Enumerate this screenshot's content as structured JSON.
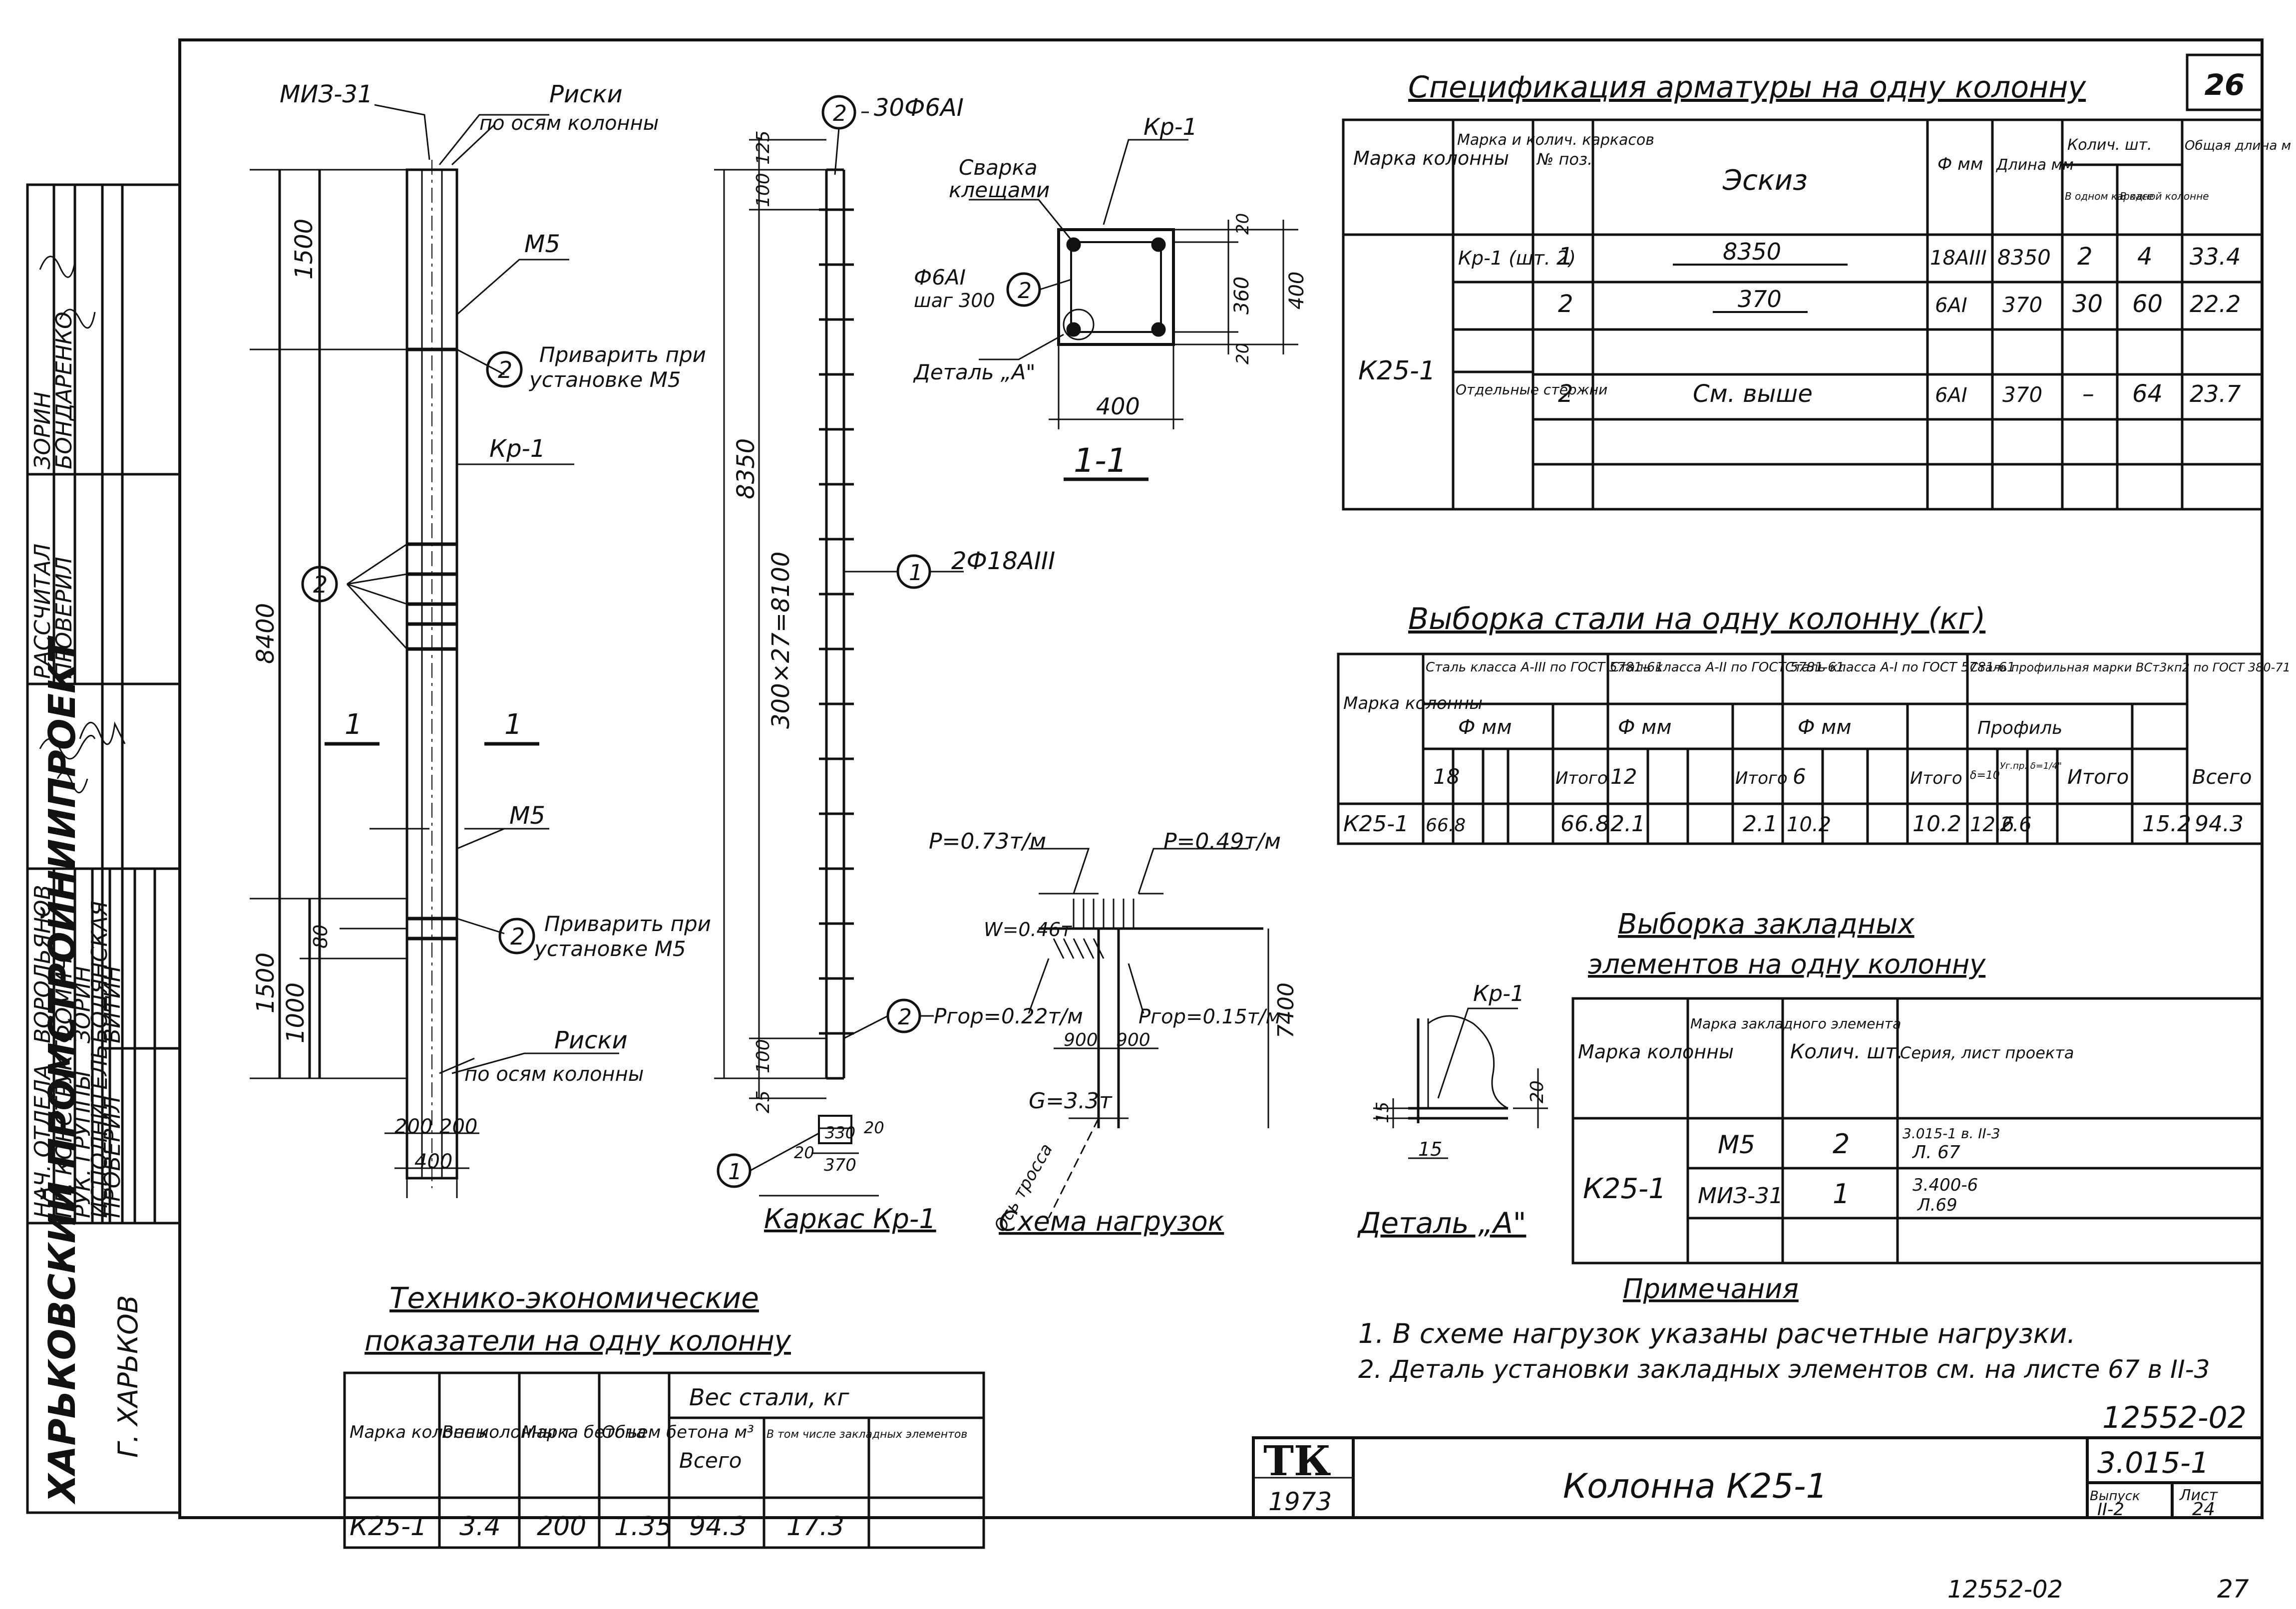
{
  "sheet": {
    "page_number": "26",
    "bottom_left_ref": "12552-02",
    "bottom_right_number": "27"
  },
  "side_panel": {
    "org": "ХАРЬКОВСКИЙ ПРОМСТРОЙНИИПРОЕКТ",
    "city": "Г. ХАРЬКОВ",
    "roles": [
      "НАЧ. ОТДЕЛА",
      "ГЛ. КОНСТРУКТ.",
      "РУК. ГРУППЫ",
      "ИСПОЛНИТЕЛЬ",
      "ПРОВЕРИЛ"
    ],
    "names": [
      "ВОРОЛЬЯНОВ",
      "ФОМИЧ",
      "ЗОРИН",
      "БОДЯНСКАЯ",
      "ВИТИН"
    ],
    "calc_roles": [
      "РАССЧИТАЛ",
      "ПРОВЕРИЛ"
    ],
    "calc_names": [
      "ЗОРИН",
      "БОНДАРЕНКО"
    ]
  },
  "column_elevation": {
    "top_label": "МИЗ-31",
    "marks_top": "Риски",
    "marks_top_sub": "по осям колонны",
    "m5_top": "М5",
    "weld_top_1": "Приварить при",
    "weld_top_2": "установке М5",
    "kr": "Кр-1",
    "m5_bottom": "М5",
    "weld_bottom_1": "Приварить при",
    "weld_bottom_2": "установке М5",
    "marks_bottom": "Риски",
    "marks_bottom_sub": "по осям колонны",
    "dim_1500_top": "1500",
    "dim_total": "8400",
    "dim_1500_bottom": "1500",
    "dim_1000": "1000",
    "dim_80": "80",
    "dim_200a": "200",
    "dim_200b": "200",
    "dim_400": "400",
    "section_mark": "1",
    "pos2": "2"
  },
  "cage": {
    "title": "Каркас Кр-1",
    "top_bar": "30Ф6АI",
    "long_bar": "2Ф18АIII",
    "bottom_bar_note": "Pгор=0.22т/м",
    "dim_8350": "8350",
    "dim_series": "300×27=8100",
    "dim_125": "125",
    "dim_100a": "100",
    "dim_100b": "100",
    "dim_25": "25",
    "det_20a": "20",
    "det_330": "330",
    "det_370": "370",
    "det_20b": "20",
    "pos1": "1",
    "pos2": "2"
  },
  "section": {
    "title": "1-1",
    "weld_note_1": "Сварка",
    "weld_note_2": "клещами",
    "kr": "Кр-1",
    "bar_note_1": "Ф6АI",
    "bar_note_2": "шаг 300",
    "detail_ref": "Деталь „А\"",
    "dim_400w": "400",
    "dim_360": "360",
    "dim_400h": "400",
    "dim_20a": "20",
    "dim_20b": "20"
  },
  "loads": {
    "title": "Схема нагрузок",
    "p_left": "P=0.73т/м",
    "p_right": "P=0.49т/м",
    "w": "W=0.46т",
    "p_hor_right": "Pгор=0.15т/м",
    "d900a": "900",
    "d900b": "900",
    "d7400": "7400",
    "g": "G=3.3т",
    "axis": "Ось тросса"
  },
  "detail_a": {
    "title": "Деталь „А\"",
    "kr": "Кр-1",
    "d15a": "15",
    "d15b": "15",
    "d20": "20"
  },
  "spec": {
    "title": "Спецификация арматуры на одну колонну",
    "headers": [
      "Марка колонны",
      "Марка и колич. каркасов",
      "№ поз.",
      "Эскиз",
      "Ф мм",
      "Длина мм",
      "Колич. шт.",
      "Общая длина м"
    ],
    "sub_headers": [
      "В одном каркасе",
      "В одной колонне"
    ],
    "col_mark": "К25-1",
    "rows": [
      {
        "group": "Кр-1 (шт. 2)",
        "pos": "1",
        "sketch": "8350",
        "dia": "18АIII",
        "len": "8350",
        "in_cage": "2",
        "in_col": "4",
        "total": "33.4"
      },
      {
        "group": "",
        "pos": "2",
        "sketch": "370",
        "dia": "6АI",
        "len": "370",
        "in_cage": "30",
        "in_col": "60",
        "total": "22.2"
      },
      {
        "group": "Отдельные стержни",
        "pos": "2",
        "sketch": "См. выше",
        "dia": "6АI",
        "len": "370",
        "in_cage": "–",
        "in_col": "64",
        "total": "23.7"
      }
    ]
  },
  "steel": {
    "title": "Выборка стали на одну колонну (кг)",
    "h_mark": "Марка колонны",
    "groups": [
      "Сталь класса А-III по ГОСТ 5781-61",
      "Сталь класса А-II по ГОСТ 5781-61",
      "Сталь класса А-I по ГОСТ 5781-61",
      "Сталь профильная марки ВСт3кп2 по ГОСТ 380-71"
    ],
    "dmm": "Ф мм",
    "profile": "Профиль",
    "itogo": "Итого",
    "vsego": "Всего",
    "diams": [
      "18",
      "12",
      "6"
    ],
    "profiles": [
      "δ=10",
      "Уг.пр. δ=1/4\""
    ],
    "row": {
      "mark": "К25-1",
      "a3": "66.8",
      "a3_total": "66.8",
      "a2": "2.1",
      "a2_total": "2.1",
      "a1": "10.2",
      "a1_total": "10.2",
      "p1": "12.6",
      "p2": "2.6",
      "p_total": "15.2",
      "total": "94.3"
    }
  },
  "embedded": {
    "title_1": "Выборка закладных",
    "title_2": "элементов на одну колонну",
    "headers": [
      "Марка колонны",
      "Марка закладного элемента",
      "Колич. шт.",
      "Серия, лист проекта"
    ],
    "col_mark": "К25-1",
    "rows": [
      {
        "elem": "М5",
        "qty": "2",
        "series_1": "3.015-1 в. II-3",
        "series_2": "Л. 67"
      },
      {
        "elem": "МИЗ-31",
        "qty": "1",
        "series_1": "3.400-6",
        "series_2": "Л.69"
      }
    ]
  },
  "notes": {
    "title": "Примечания",
    "items": [
      "1. В схеме нагрузок указаны расчетные нагрузки.",
      "2. Деталь установки закладных элементов см. на листе 67 в II-3"
    ]
  },
  "tech": {
    "title_1": "Технико-экономические",
    "title_2": "показатели на одну колонну",
    "headers": [
      "Марка колонны",
      "Вес колонны т",
      "Марка бетона",
      "Объем бетона м³",
      "Вес стали, кг"
    ],
    "sub_headers": [
      "Всего",
      "В том числе закладных элементов"
    ],
    "row": {
      "mark": "К25-1",
      "weight": "3.4",
      "concrete": "200",
      "volume": "1.35",
      "steel_total": "94.3",
      "steel_emb": "17.3"
    }
  },
  "stamp": {
    "logo": "ТК",
    "year": "1973",
    "title": "Колонна К25-1",
    "doc_no": "12552-02",
    "series": "3.015-1",
    "issue_label": "Выпуск",
    "issue": "II-2",
    "sheet_label": "Лист",
    "sheet": "24"
  }
}
